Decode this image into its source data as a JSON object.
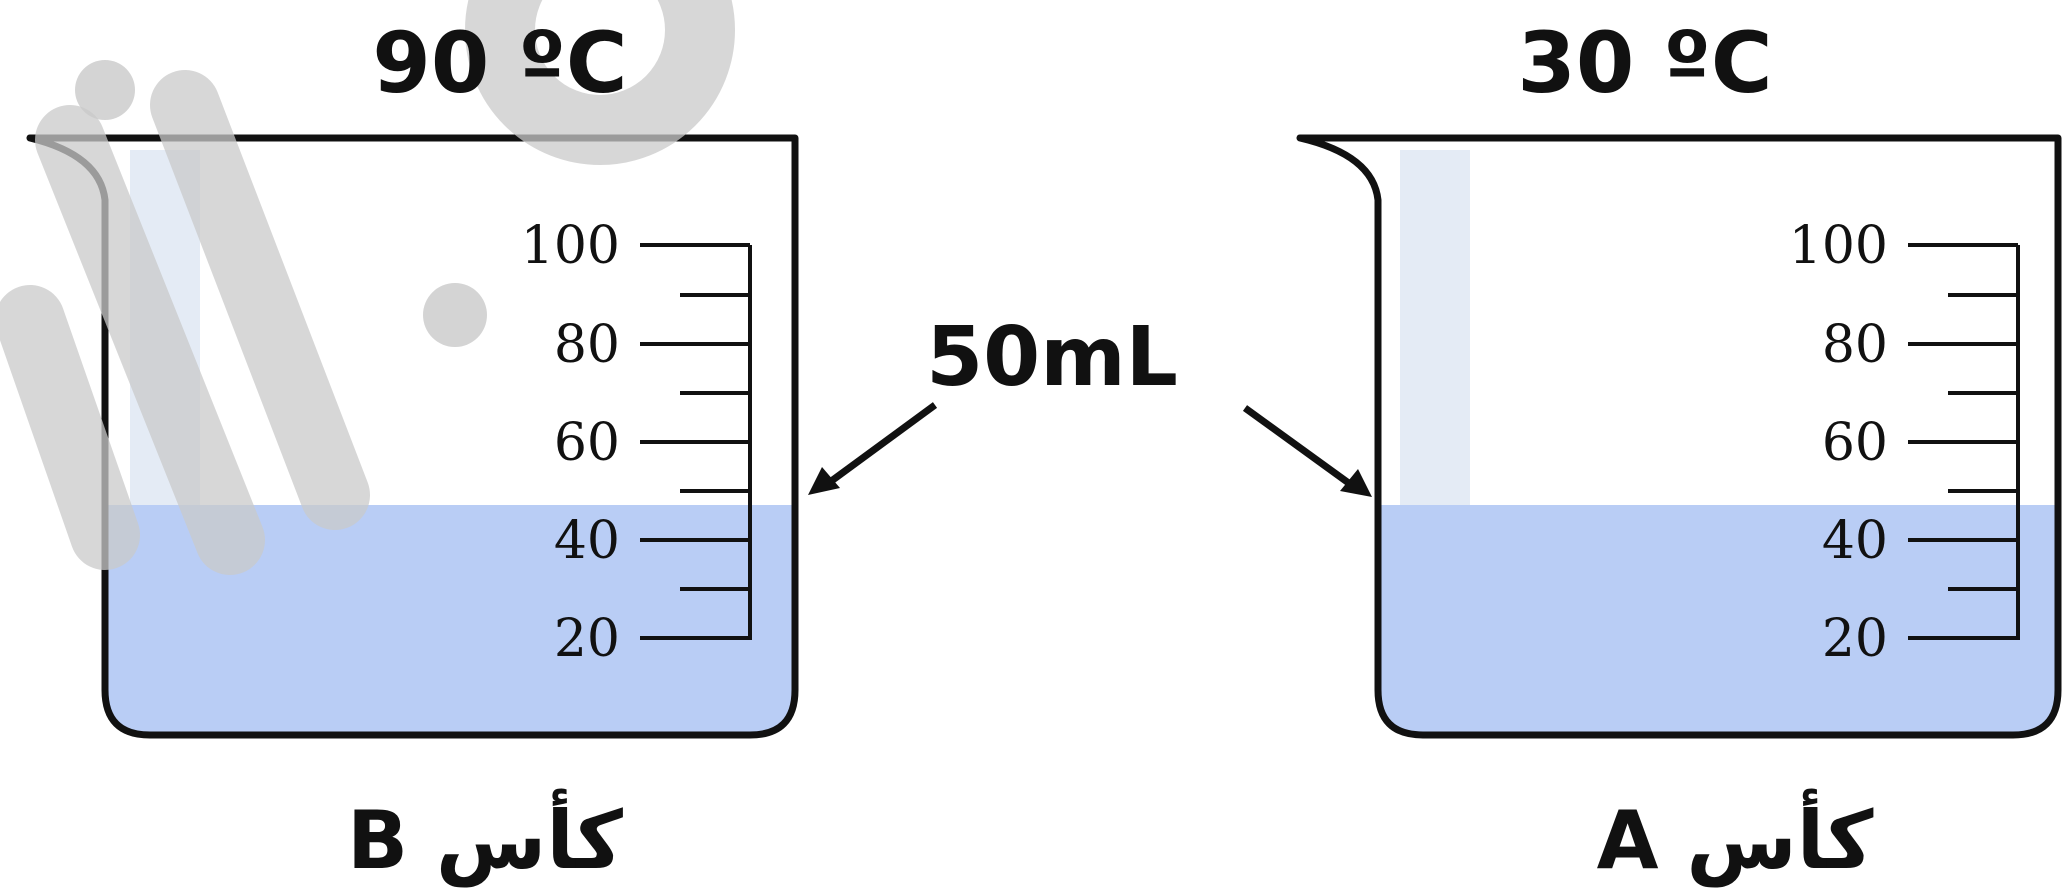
{
  "beakers": [
    {
      "id": "beaker-b",
      "temperature": "90 ºC",
      "name": "كأس B",
      "fill_ml": 50,
      "capacity_ml": 110,
      "scale_labels": [
        "100",
        "80",
        "60",
        "40",
        "20"
      ],
      "water_color": "#b9cdf5"
    },
    {
      "id": "beaker-a",
      "temperature": "30 ºC",
      "name": "كأس A",
      "fill_ml": 50,
      "capacity_ml": 110,
      "scale_labels": [
        "100",
        "80",
        "60",
        "40",
        "20"
      ],
      "water_color": "#b9cdf5"
    }
  ],
  "volume_label": "50mL",
  "colors": {
    "outline": "#111111",
    "water": "#b9cdf5",
    "glass_highlight": "#dde6f3",
    "watermark": "#c9c9c9"
  }
}
